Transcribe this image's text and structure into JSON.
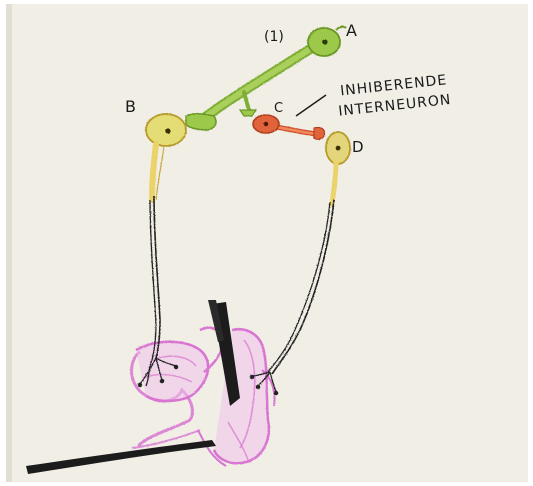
{
  "figure": {
    "number_label": "(1)",
    "neuron_labels": {
      "a": "A",
      "b": "B",
      "c": "C",
      "d": "D"
    },
    "annotation": {
      "line1": "INHIBERENDE",
      "line2": "INTERNEURON"
    }
  },
  "colors": {
    "paper": "#f1eee6",
    "neuron_a": "#9cc94a",
    "neuron_b": "#e4dc74",
    "neuron_c": "#e0643a",
    "neuron_d": "#e2d57a",
    "muscle": "#d874d2",
    "bone": "#1c1c1c",
    "ink": "#1a1a1a"
  }
}
